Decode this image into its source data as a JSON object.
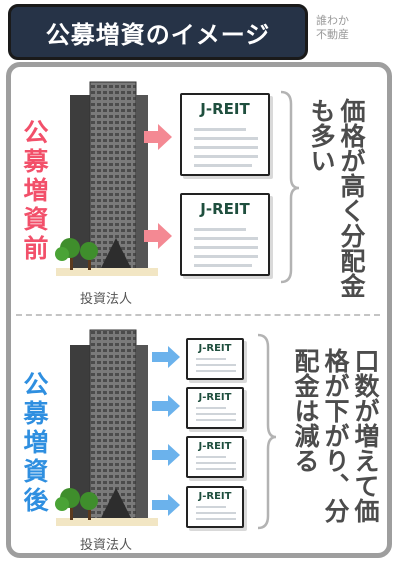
{
  "header": {
    "title": "公募増資のイメージ"
  },
  "brand": {
    "line1": "誰わか",
    "line2": "不動産"
  },
  "before": {
    "label": "公募増資前",
    "effect": "価格が高く分配金も多い",
    "corporation": "投資法人",
    "docs": [
      "J-REIT",
      "J-REIT"
    ]
  },
  "after": {
    "label": "公募増資後",
    "effect": "口数が増えて価格が下がり、分配金は減る",
    "corporation": "投資法人",
    "docs": [
      "J-REIT",
      "J-REIT",
      "J-REIT",
      "J-REIT"
    ]
  },
  "colors": {
    "before_accent": "#f2506a",
    "after_accent": "#2f8fe0",
    "header_bg": "#263347",
    "frame": "#9e9e9e",
    "doc_title": "#1f4f3e"
  },
  "icons": {
    "building": "office-building-icon",
    "arrow_before": "pink-arrow-icon",
    "arrow_after": "blue-arrow-icon",
    "bracket": "curly-brace-icon"
  }
}
